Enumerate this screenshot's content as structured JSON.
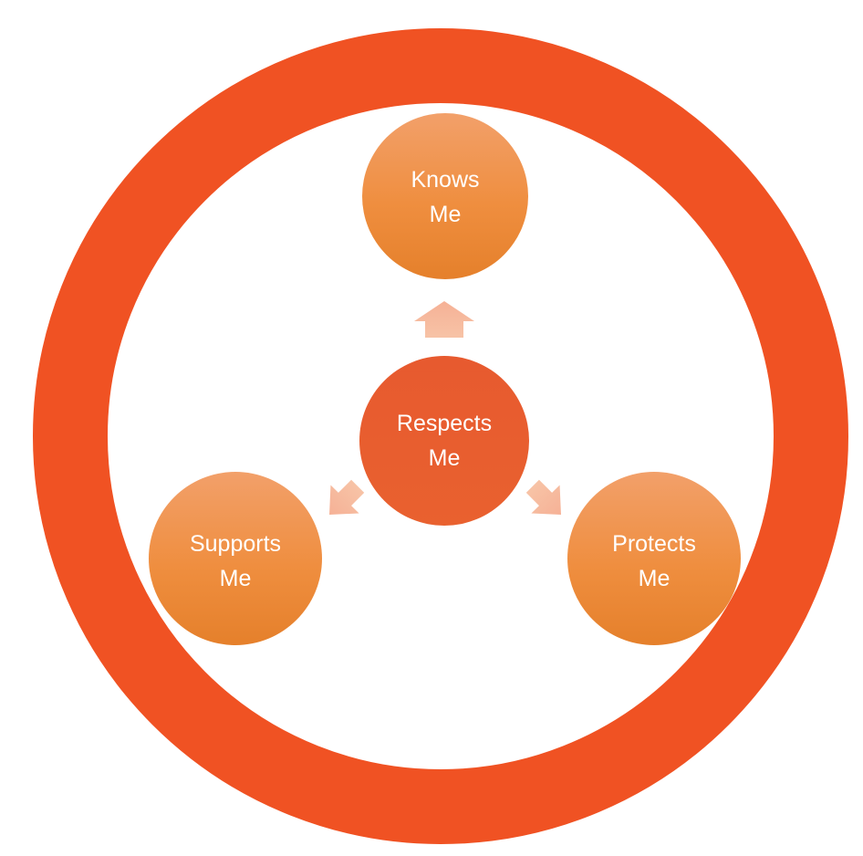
{
  "title": "Circle of Trust",
  "colors": {
    "ring": "#F05223",
    "center_node": "#E8562C",
    "outer_node_top": "#F2A06A",
    "outer_node_bottom": "#E8852E",
    "arrow": "#F6B89A",
    "text": "#FFFFFF"
  },
  "center": {
    "line1": "Respects",
    "line2": "Me"
  },
  "nodes": [
    {
      "id": "knows",
      "line1": "Knows",
      "line2": "Me"
    },
    {
      "id": "supports",
      "line1": "Supports",
      "line2": "Me"
    },
    {
      "id": "protects",
      "line1": "Protects",
      "line2": "Me"
    }
  ]
}
